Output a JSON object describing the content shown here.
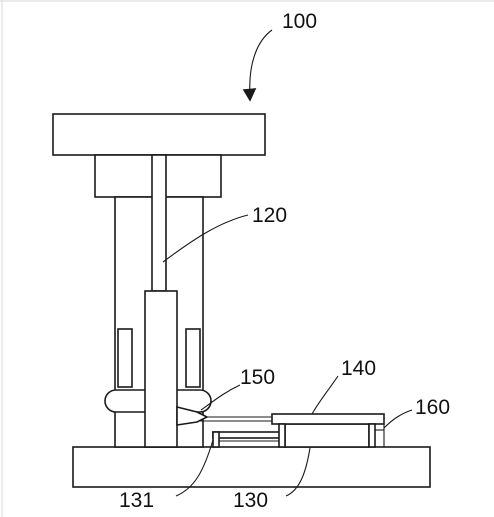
{
  "labels": {
    "machine": "100",
    "rod": "120",
    "base": "130",
    "support": "131",
    "platform": "140",
    "nozzle": "150",
    "bracket": "160"
  }
}
